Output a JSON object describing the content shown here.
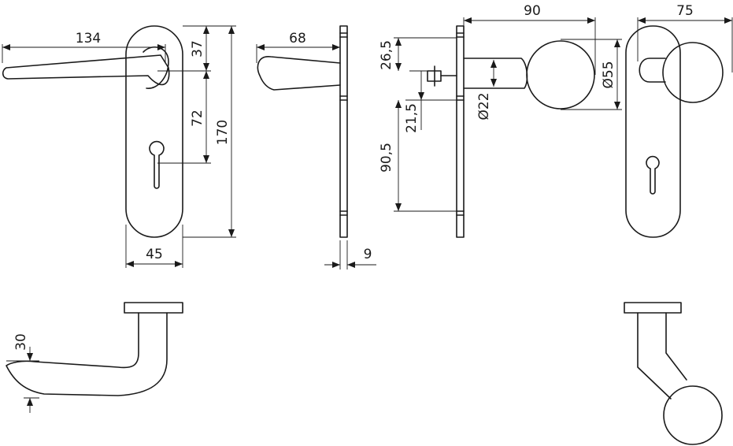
{
  "dimensions": {
    "lever_length": "134",
    "plate_upper": "37",
    "spindle_to_key": "72",
    "plate_height": "170",
    "plate_width": "45",
    "lever_projection": "68",
    "plate_thickness": "9",
    "knob_projection": "90",
    "knob_diameter": "Ø55",
    "neck_diameter": "Ø22",
    "offset_top": "26,5",
    "offset_mid": "21,5",
    "offset_bottom": "90,5",
    "knob_plate_projection": "75",
    "grip_height": "30"
  }
}
